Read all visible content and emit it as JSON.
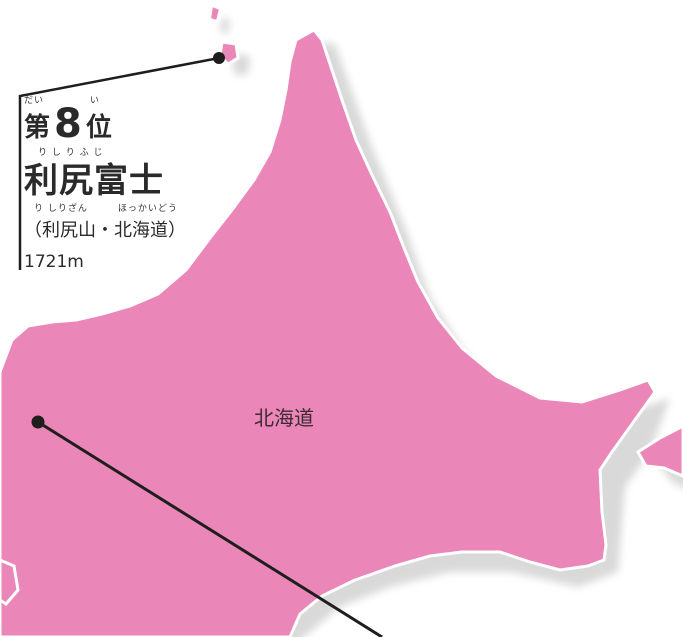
{
  "peak": {
    "rank_ruby_pre": "だい",
    "rank_ruby_post": "い",
    "rank_pre": "第",
    "rank_num": "8",
    "rank_post": "位",
    "name_ruby": "り し り ふ じ",
    "name": "利尻富士",
    "location_ruby": "り しりざん　　　ほっかいどう",
    "location": "（利尻山・北海道）",
    "elevation": "1721m"
  },
  "map": {
    "region_label": "北海道",
    "colors": {
      "land": "#ea86b8",
      "coast": "#ffffff",
      "shadow": "#d9d9d9",
      "line": "#1e1e1e"
    }
  }
}
